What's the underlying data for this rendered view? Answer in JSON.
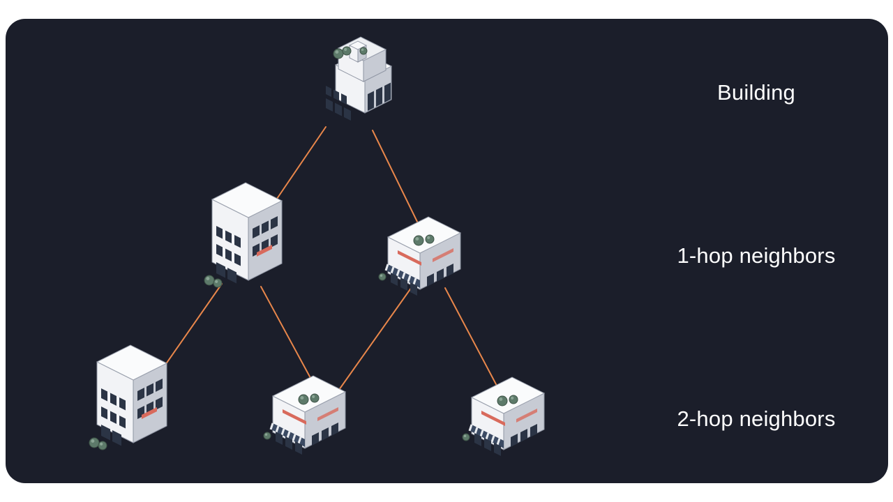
{
  "labels": {
    "root": "Building",
    "hop1": "1-hop neighbors",
    "hop2": "2-hop neighbors"
  },
  "colors": {
    "panel": "#1b1e2a",
    "edge": "#e9874b",
    "label": "#ffffff",
    "building_wall": "#f2f3f6",
    "building_side": "#c7cbd4",
    "window": "#2b3445",
    "awning": "#3b4a63",
    "sign": "#d86a5c",
    "shrub": "#5d7a6a"
  },
  "nodes": [
    {
      "id": "root",
      "level": 0,
      "kind": "tower"
    },
    {
      "id": "n1a",
      "level": 1,
      "kind": "office"
    },
    {
      "id": "n1b",
      "level": 1,
      "kind": "shop"
    },
    {
      "id": "n2a",
      "level": 2,
      "kind": "office"
    },
    {
      "id": "n2b",
      "level": 2,
      "kind": "shop"
    },
    {
      "id": "n2c",
      "level": 2,
      "kind": "shop"
    }
  ],
  "edges": [
    [
      "root",
      "n1a"
    ],
    [
      "root",
      "n1b"
    ],
    [
      "n1a",
      "n2a"
    ],
    [
      "n1a",
      "n2b"
    ],
    [
      "n1b",
      "n2b"
    ],
    [
      "n1b",
      "n2c"
    ]
  ]
}
